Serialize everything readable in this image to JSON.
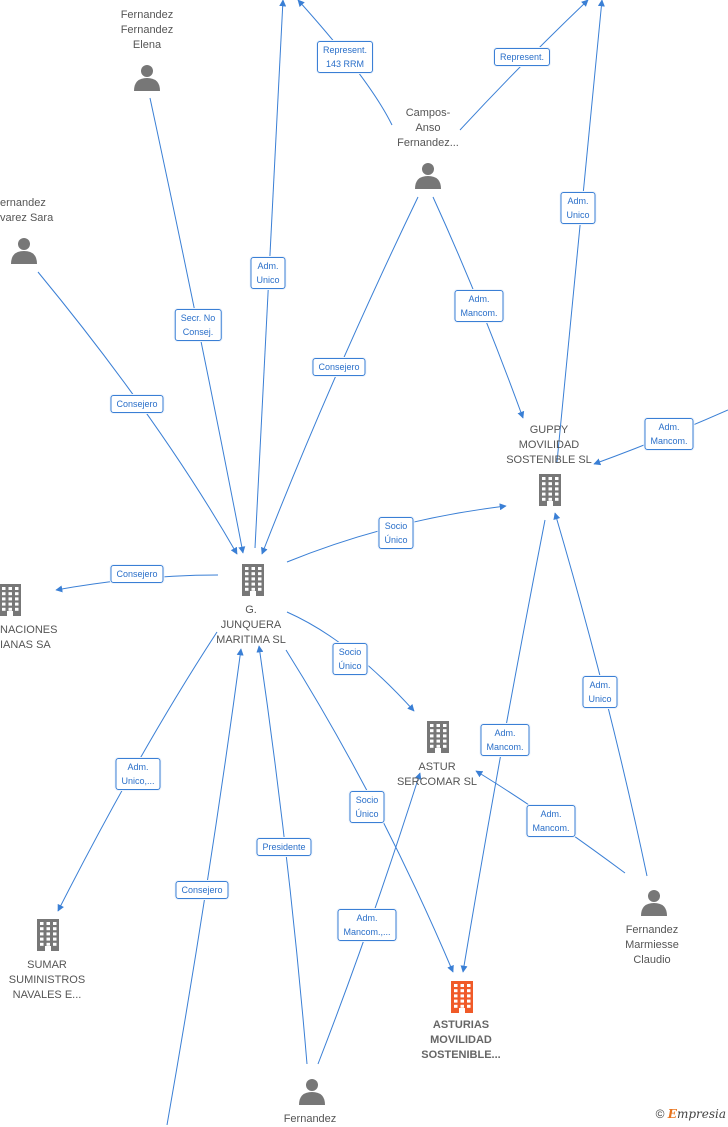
{
  "colors": {
    "edge": "#3a7fd5",
    "company_icon": "#777777",
    "target_icon": "#f05a28",
    "person_icon": "#777777"
  },
  "nodes": [
    {
      "id": "fernandez_elena",
      "type": "person",
      "label": "Fernandez\nFernandez\nElena"
    },
    {
      "id": "campos_anso",
      "type": "person",
      "label": "Campos-\nAnso\nFernandez..."
    },
    {
      "id": "fernandez_sara",
      "type": "person",
      "label": "ernandez\nvarez Sara"
    },
    {
      "id": "guppy",
      "type": "company",
      "label": "GUPPY\nMOVILIDAD\nSOSTENIBLE  SL"
    },
    {
      "id": "g_junquera",
      "type": "company",
      "label": "G.\nJUNQUERA\nMARITIMA SL"
    },
    {
      "id": "naciones",
      "type": "company",
      "label": "NACIONES\nIANAS SA"
    },
    {
      "id": "astur_sercomar",
      "type": "company",
      "label": "ASTUR\nSERCOMAR  SL"
    },
    {
      "id": "sumar",
      "type": "company",
      "label": "SUMAR\nSUMINISTROS\nNAVALES E..."
    },
    {
      "id": "asturias_movilidad",
      "type": "target",
      "label": "ASTURIAS\nMOVILIDAD\nSOSTENIBLE..."
    },
    {
      "id": "fernandez_claudio",
      "type": "person",
      "label": "Fernandez\nMarmiesse\nClaudio"
    },
    {
      "id": "fernandez_bottom",
      "type": "person",
      "label": "Fernandez"
    }
  ],
  "edges": [
    {
      "label": "Represent.\n143 RRM"
    },
    {
      "label": "Represent."
    },
    {
      "label": "Adm.\nUnico"
    },
    {
      "label": "Adm.\nUnico"
    },
    {
      "label": "Secr.  No\nConsej."
    },
    {
      "label": "Consejero"
    },
    {
      "label": "Adm.\nMancom."
    },
    {
      "label": "Consejero"
    },
    {
      "label": "Adm.\nMancom."
    },
    {
      "label": "Socio\nÚnico"
    },
    {
      "label": "Consejero"
    },
    {
      "label": "Socio\nÚnico"
    },
    {
      "label": "Adm.\nMancom."
    },
    {
      "label": "Adm.\nUnico"
    },
    {
      "label": "Adm.\nUnico,..."
    },
    {
      "label": "Socio\nÚnico"
    },
    {
      "label": "Adm.\nMancom."
    },
    {
      "label": "Presidente"
    },
    {
      "label": "Consejero"
    },
    {
      "label": "Adm.\nMancom.,..."
    }
  ],
  "footer": {
    "copyright": "©",
    "brand_e": "E",
    "brand_rest": "mpresia"
  }
}
